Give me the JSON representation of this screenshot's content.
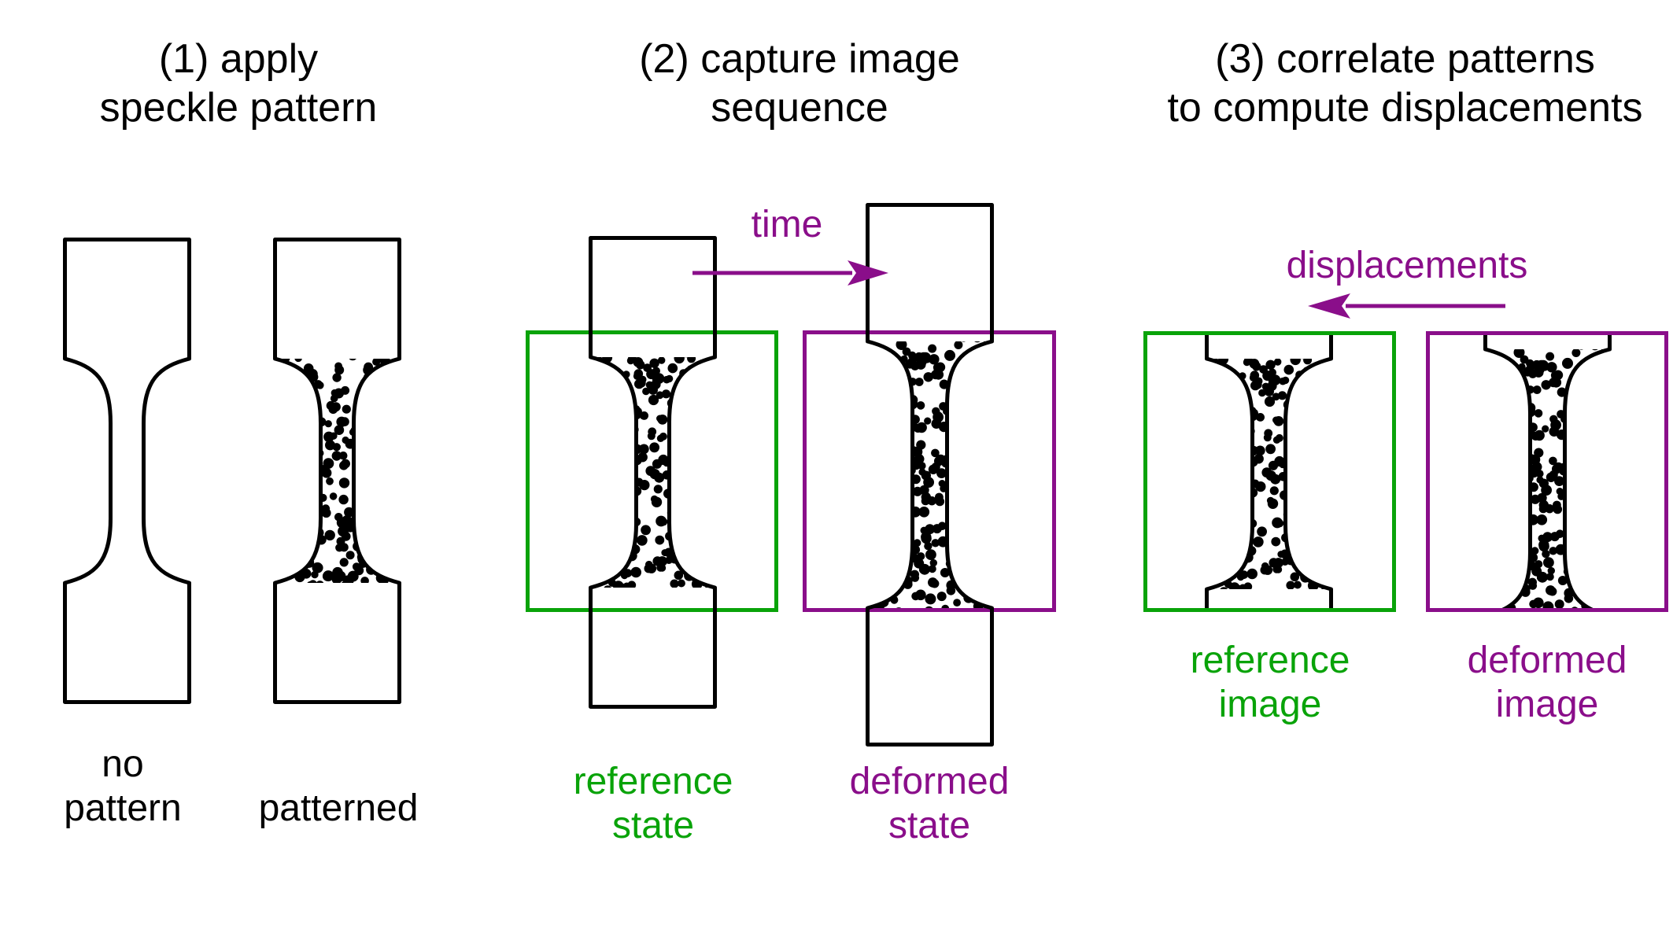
{
  "colors": {
    "green": "#09A309",
    "purple": "#8A0E8A",
    "black": "#000000"
  },
  "step1": {
    "title_line1": "(1) apply",
    "title_line2": "speckle pattern",
    "left_label_line1": "no",
    "left_label_line2": "pattern",
    "right_label": "patterned"
  },
  "step2": {
    "title_line1": "(2) capture image",
    "title_line2": "sequence",
    "arrow_label": "time",
    "left_label_line1": "reference",
    "left_label_line2": "state",
    "right_label_line1": "deformed",
    "right_label_line2": "state"
  },
  "step3": {
    "title_line1": "(3) correlate patterns",
    "title_line2": "to compute displacements",
    "arrow_label": "displacements",
    "left_label_line1": "reference",
    "left_label_line2": "image",
    "right_label_line1": "deformed",
    "right_label_line2": "image"
  }
}
